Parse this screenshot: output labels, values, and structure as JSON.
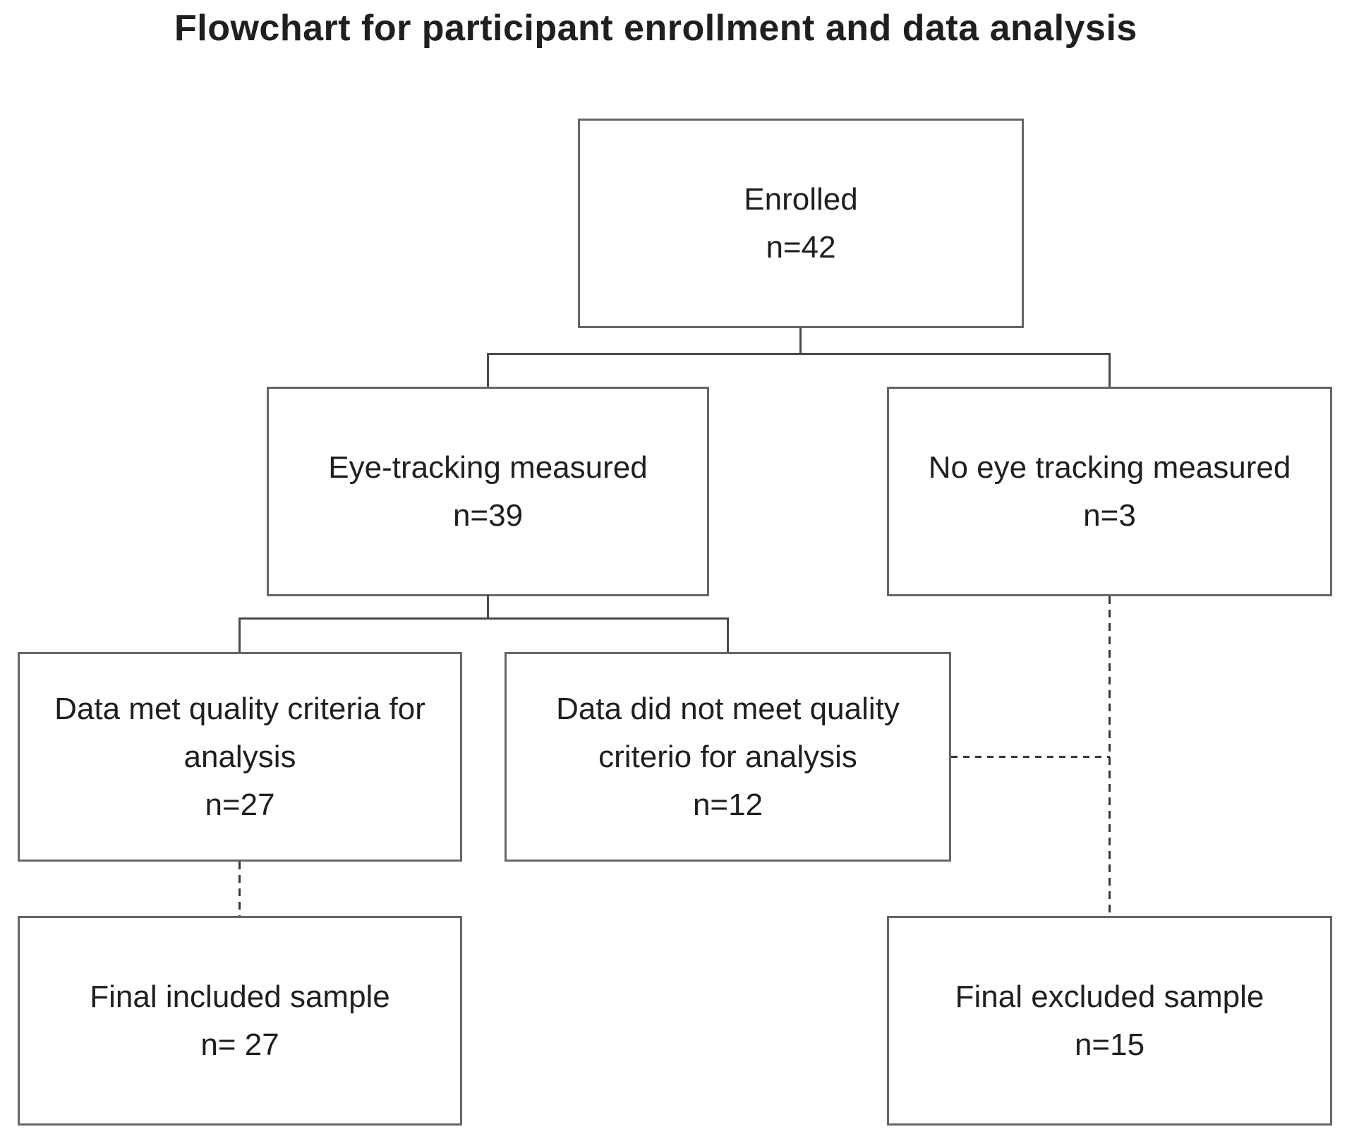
{
  "title": "Flowchart for participant enrollment and data analysis",
  "boxes": {
    "enrolled": {
      "lines": [
        "Enrolled",
        "n=42"
      ]
    },
    "eye_tracking": {
      "lines": [
        "Eye-tracking measured",
        "n=39"
      ]
    },
    "no_eye_tracking": {
      "lines": [
        "No eye tracking measured",
        "n=3"
      ]
    },
    "data_met": {
      "lines": [
        "Data met quality criteria for",
        "analysis",
        "n=27"
      ]
    },
    "data_not_met": {
      "lines": [
        "Data did not meet quality",
        "criterio for analysis",
        "n=12"
      ]
    },
    "final_included": {
      "lines": [
        "Final included sample",
        "n= 27"
      ]
    },
    "final_excluded": {
      "lines": [
        "Final excluded sample",
        "n=15"
      ]
    }
  },
  "colors": {
    "box-border": "#666666",
    "line-solid": "#4a4a4a",
    "line-dashed": "#383838",
    "text": "#1f1f1f",
    "background": "#ffffff"
  }
}
